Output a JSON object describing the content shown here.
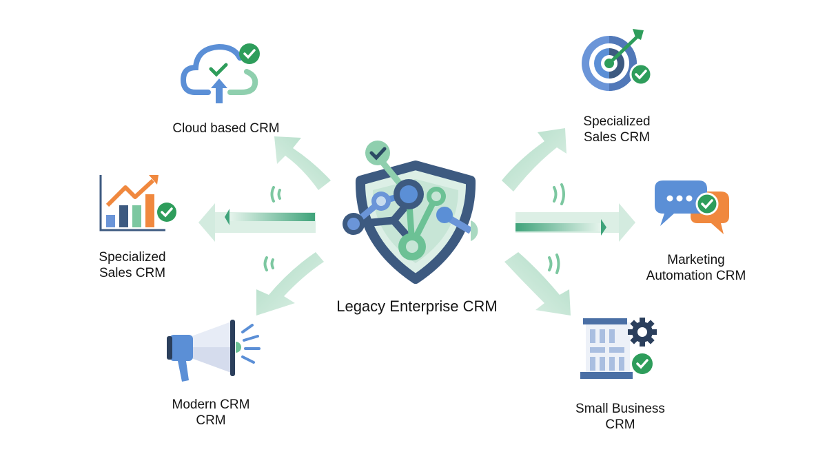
{
  "diagram": {
    "center": {
      "label": "Legacy Enterprise CRM",
      "icon": "shield-network-icon"
    },
    "nodes": [
      {
        "id": "cloud",
        "lines": [
          "Cloud based CRM"
        ],
        "icon": "cloud-upload-icon",
        "direction": "up-left"
      },
      {
        "id": "specialized-sales-top",
        "lines": [
          "Specialized",
          "Sales CRM"
        ],
        "icon": "target-arrow-icon",
        "direction": "up-right"
      },
      {
        "id": "specialized-sales-left",
        "lines": [
          "Specialized",
          "Sales CRM"
        ],
        "icon": "bar-chart-growth-icon",
        "direction": "left"
      },
      {
        "id": "marketing-automation",
        "lines": [
          "Marketing",
          "Automation CRM"
        ],
        "icon": "chat-bubbles-icon",
        "direction": "right"
      },
      {
        "id": "modern",
        "lines": [
          "Modern CRM",
          "CRM"
        ],
        "icon": "megaphone-icon",
        "direction": "down-left"
      },
      {
        "id": "small-business",
        "lines": [
          "Small Business",
          "CRM"
        ],
        "icon": "building-gear-icon",
        "direction": "down-right"
      }
    ],
    "colors": {
      "arrow_green": "#5fb48a",
      "arrow_light": "#cfe9dc",
      "check_green": "#2e9d5b",
      "blue": "#5b8fd6",
      "navy": "#3d5a80",
      "orange": "#f0883e",
      "mint": "#7cc7a0"
    }
  }
}
